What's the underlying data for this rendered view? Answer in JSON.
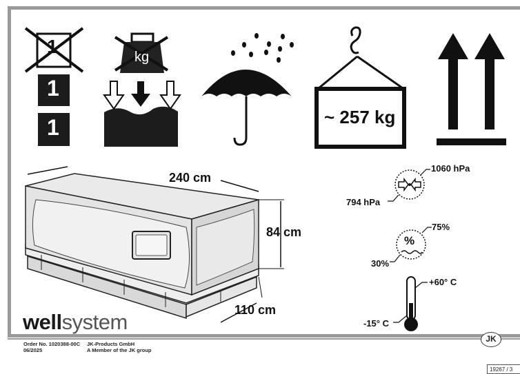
{
  "symbols": {
    "stack_limit_top": "1",
    "stack_limit_mid": "1",
    "stack_limit_bottom": "1",
    "weight_label": "kg",
    "gross_weight": "~ 257 kg"
  },
  "dimensions": {
    "length": "240 cm",
    "height": "84 cm",
    "width": "110 cm"
  },
  "pressure": {
    "max": "1060 hPa",
    "min": "794 hPa"
  },
  "humidity": {
    "max": "75%",
    "min": "30%",
    "symbol": "%"
  },
  "temperature": {
    "max": "+60° C",
    "min": "-15° C"
  },
  "brand": {
    "bold": "well",
    "light": "system"
  },
  "footer": {
    "order_no": "Order No. 1020388-00C",
    "date": "06/2025",
    "company": "JK-Products GmbH",
    "group": "A Member of the JK group",
    "logo": "JK",
    "doc_id": "19267 / 3"
  }
}
